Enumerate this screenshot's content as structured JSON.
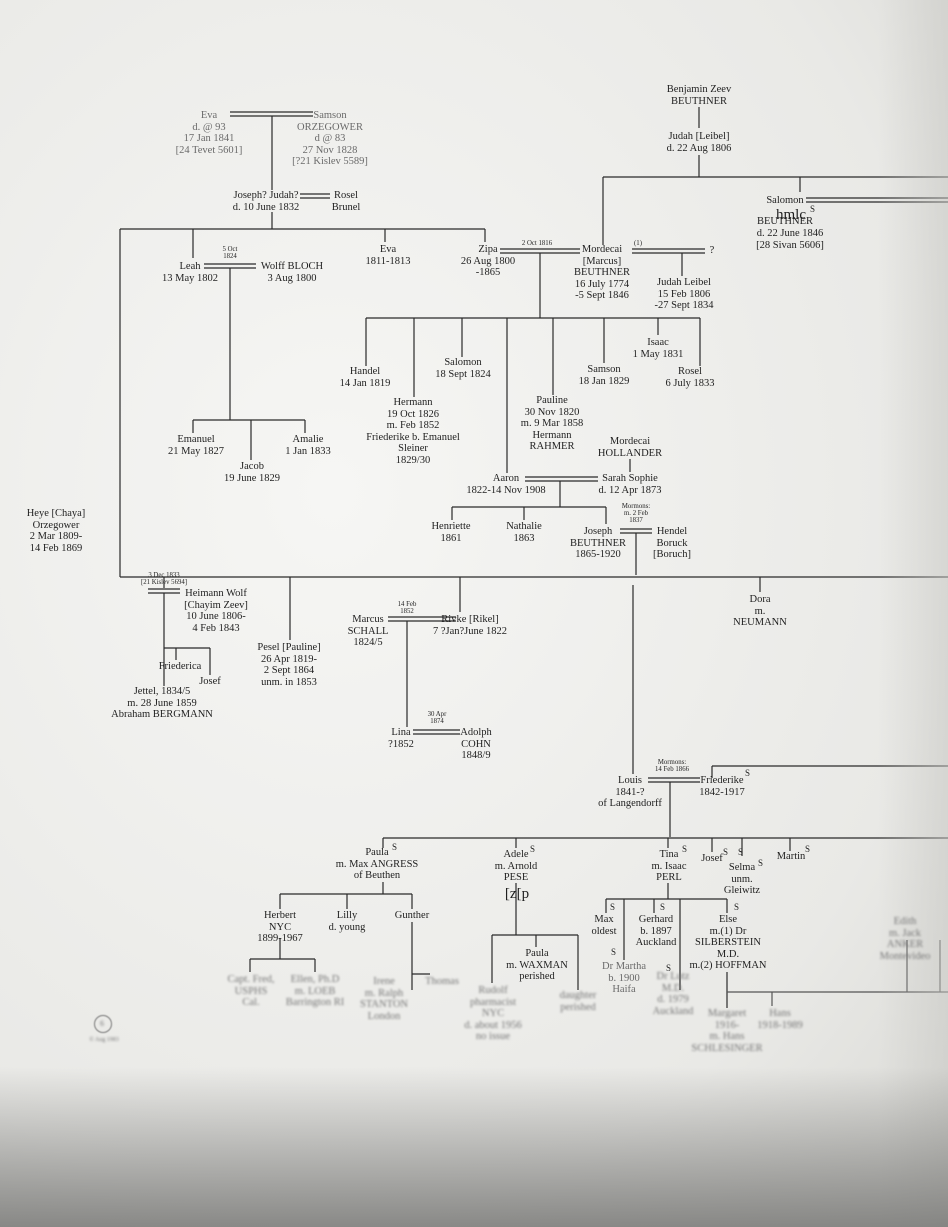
{
  "persons": [
    {
      "id": "benjamin",
      "text": "Benjamin Zeev\nBEUTHNER",
      "style": ""
    },
    {
      "id": "judah",
      "text": "Judah [Leibel]\nd. 22 Aug 1806",
      "style": ""
    },
    {
      "id": "salomon-top",
      "text": "Salomon",
      "style": ""
    },
    {
      "id": "salomon-top-b",
      "text": "BEUTHNER",
      "style": ""
    },
    {
      "id": "salomon-top-c",
      "text": "d. 22 June 1846\n[28 Sivan 5606]",
      "style": ""
    },
    {
      "id": "hmlc",
      "text": "hmlc",
      "style": "big"
    },
    {
      "id": "eva-top",
      "text": "Eva\nd. @ 93\n17 Jan 1841\n[24 Tevet 5601]",
      "style": "faded"
    },
    {
      "id": "samson-top",
      "text": "Samson\nORZEGOWER\nd @ 83\n27 Nov 1828\n[?21 Kislev 5589]",
      "style": "faded"
    },
    {
      "id": "joseph-judah",
      "text": "Joseph? Judah?\nd. 10 June 1832",
      "style": ""
    },
    {
      "id": "rosel-brunel",
      "text": "Rosel\nBrunel",
      "style": ""
    },
    {
      "id": "leah",
      "text": "Leah\n13 May 1802",
      "style": ""
    },
    {
      "id": "wolff-bloch",
      "text": "Wolff BLOCH\n3 Aug 1800",
      "style": ""
    },
    {
      "id": "eva-2",
      "text": "Eva\n1811-1813",
      "style": ""
    },
    {
      "id": "zipa",
      "text": "Zipa\n26 Aug 1800\n-1865",
      "style": ""
    },
    {
      "id": "mordecai",
      "text": "Mordecai\n[Marcus]\nBEUTHNER\n16 July 1774\n-5 Sept 1846",
      "style": ""
    },
    {
      "id": "q-mark",
      "text": "?",
      "style": ""
    },
    {
      "id": "judah-leibel",
      "text": "Judah Leibel\n15 Feb 1806\n-27 Sept 1834",
      "style": ""
    },
    {
      "id": "handel",
      "text": "Handel\n14 Jan 1819",
      "style": ""
    },
    {
      "id": "hermann",
      "text": "Hermann\n19 Oct 1826\nm. Feb 1852\nFriederike b. Emanuel\nSleiner\n1829/30",
      "style": ""
    },
    {
      "id": "salomon-2",
      "text": "Salomon\n18 Sept 1824",
      "style": ""
    },
    {
      "id": "pauline",
      "text": "Pauline\n30 Nov 1820\nm. 9 Mar 1858\nHermann\nRAHMER",
      "style": ""
    },
    {
      "id": "samson-2",
      "text": "Samson\n18 Jan 1829",
      "style": ""
    },
    {
      "id": "isaac",
      "text": "Isaac\n1 May 1831",
      "style": ""
    },
    {
      "id": "rosel-2",
      "text": "Rosel\n6 July 1833",
      "style": ""
    },
    {
      "id": "emanuel",
      "text": "Emanuel\n21 May 1827",
      "style": ""
    },
    {
      "id": "amalie",
      "text": "Amalie\n1 Jan 1833",
      "style": ""
    },
    {
      "id": "jacob",
      "text": "Jacob\n19 June 1829",
      "style": ""
    },
    {
      "id": "mordecai-hollander",
      "text": "Mordecai\nHOLLANDER",
      "style": ""
    },
    {
      "id": "aaron",
      "text": "Aaron\n1822-14 Nov 1908",
      "style": ""
    },
    {
      "id": "sarah-sophie",
      "text": "Sarah Sophie\nd. 12 Apr 1873",
      "style": ""
    },
    {
      "id": "heye",
      "text": "Heye [Chaya]\nOrzegower\n2 Mar 1809-\n14 Feb 1869",
      "style": ""
    },
    {
      "id": "henriette",
      "text": "Henriette\n1861",
      "style": ""
    },
    {
      "id": "nathalie",
      "text": "Nathalie\n1863",
      "style": ""
    },
    {
      "id": "joseph-b",
      "text": "Joseph\nBEUTHNER\n1865-1920",
      "style": ""
    },
    {
      "id": "hendel-boruck",
      "text": "Hendel\nBoruck\n[Boruch]",
      "style": ""
    },
    {
      "id": "heimann-wolf",
      "text": "Heimann Wolf\n[Chayim Zeev]\n10 June 1806-\n4 Feb 1843",
      "style": ""
    },
    {
      "id": "pesel",
      "text": "Pesel [Pauline]\n26 Apr 1819-\n2 Sept 1864\nunm. in 1853",
      "style": ""
    },
    {
      "id": "marcus-schall",
      "text": "Marcus\nSCHALL\n1824/5",
      "style": ""
    },
    {
      "id": "rivke",
      "text": "Rivke [Rikel]\n7 ?Jan?June 1822",
      "style": ""
    },
    {
      "id": "dora",
      "text": "Dora\nm.\nNEUMANN",
      "style": ""
    },
    {
      "id": "friederica",
      "text": "Friederica",
      "style": ""
    },
    {
      "id": "josef-1",
      "text": "Josef",
      "style": ""
    },
    {
      "id": "jettel",
      "text": "Jettel, 1834/5\nm. 28 June 1859\nAbraham BERGMANN",
      "style": ""
    },
    {
      "id": "lina",
      "text": "Lina\n?1852",
      "style": ""
    },
    {
      "id": "adolph-cohn",
      "text": "Adolph\nCOHN\n1848/9",
      "style": ""
    },
    {
      "id": "louis",
      "text": "Louis\n1841-?\nof Langendorff",
      "style": ""
    },
    {
      "id": "friederike-2",
      "text": "Friederike\n1842-1917",
      "style": ""
    },
    {
      "id": "paula",
      "text": "Paula\nm. Max ANGRESS\nof Beuthen",
      "style": ""
    },
    {
      "id": "adele",
      "text": "Adele\nm. Arnold\nPESE",
      "style": ""
    },
    {
      "id": "tina",
      "text": "Tina\nm. Isaac\nPERL",
      "style": ""
    },
    {
      "id": "josef-2",
      "text": "Josef",
      "style": ""
    },
    {
      "id": "selma",
      "text": "Selma\nunm.\nGleiwitz",
      "style": ""
    },
    {
      "id": "martin",
      "text": "Martin",
      "style": ""
    },
    {
      "id": "zp",
      "text": "[z[p",
      "style": "big"
    },
    {
      "id": "herbert",
      "text": "Herbert\nNYC\n1899-1967",
      "style": ""
    },
    {
      "id": "lilly",
      "text": "Lilly\nd. young",
      "style": ""
    },
    {
      "id": "gunther",
      "text": "Gunther",
      "style": ""
    },
    {
      "id": "max",
      "text": "Max\noldest",
      "style": ""
    },
    {
      "id": "gerhard",
      "text": "Gerhard\nb. 1897\nAuckland",
      "style": ""
    },
    {
      "id": "else",
      "text": "Else\nm.(1) Dr\nSILBERSTEIN\nM.D.\nm.(2) HOFFMAN",
      "style": ""
    },
    {
      "id": "paula-waxman",
      "text": "Paula\nm. WAXMAN\nperished",
      "style": ""
    },
    {
      "id": "dr-martha",
      "text": "Dr Martha\nb. 1900\nHaifa",
      "style": "faded"
    },
    {
      "id": "dr-lutz",
      "text": "Dr Lutz\nM.D.\nd. 1979\nAuckland",
      "style": "blur"
    },
    {
      "id": "capt-fred",
      "text": "Capt. Fred,\nUSPHS\nCal.",
      "style": "blur"
    },
    {
      "id": "ellen",
      "text": "Ellen, Ph.D\nm. LOEB\nBarrington RI",
      "style": "blur"
    },
    {
      "id": "irene",
      "text": "Irene\nm. Ralph\nSTANTON\nLondon",
      "style": "blur"
    },
    {
      "id": "thomas",
      "text": "Thomas",
      "style": "blur"
    },
    {
      "id": "rudolf",
      "text": "Rudolf\npharmacist\nNYC\nd. about 1956\nno issue",
      "style": "blur"
    },
    {
      "id": "daughter",
      "text": "daughter\nperished",
      "style": "blur"
    },
    {
      "id": "edith",
      "text": "Edith\nm. Jack\nANKER\nMontevideo",
      "style": "blur"
    },
    {
      "id": "margaret",
      "text": "Margaret\n1916-\nm. Hans\nSCHLESINGER",
      "style": "blur"
    },
    {
      "id": "hans",
      "text": "Hans\n1918-1989",
      "style": "blur"
    }
  ],
  "marriage_dates": [
    {
      "id": "m-leah",
      "text": "5 Oct\n1824"
    },
    {
      "id": "m-zipa",
      "text": "2 Oct 1816"
    },
    {
      "id": "m-mordecai-1",
      "text": "(1)"
    },
    {
      "id": "m-heye",
      "text": "3 Dec 1833\n[21 Kislev 5694]"
    },
    {
      "id": "m-marcus",
      "text": "14 Feb\n1852"
    },
    {
      "id": "m-lina",
      "text": "30 Apr\n1874"
    },
    {
      "id": "m-joseph",
      "text": "Mormons:\nm. 2 Feb\n1837"
    },
    {
      "id": "m-louis",
      "text": "Mormons:\n14 Feb 1866"
    }
  ],
  "s_marks": [
    "S",
    "S",
    "S",
    "S",
    "S",
    "S",
    "S",
    "S",
    "S",
    "S",
    "S",
    "S",
    "S",
    "S"
  ],
  "page_number": "6",
  "page_footer": "© Aug 1983",
  "colors": {
    "paper": "#efefec",
    "ink": "#1f1f1f",
    "faded_ink": "#6a6a6a"
  }
}
